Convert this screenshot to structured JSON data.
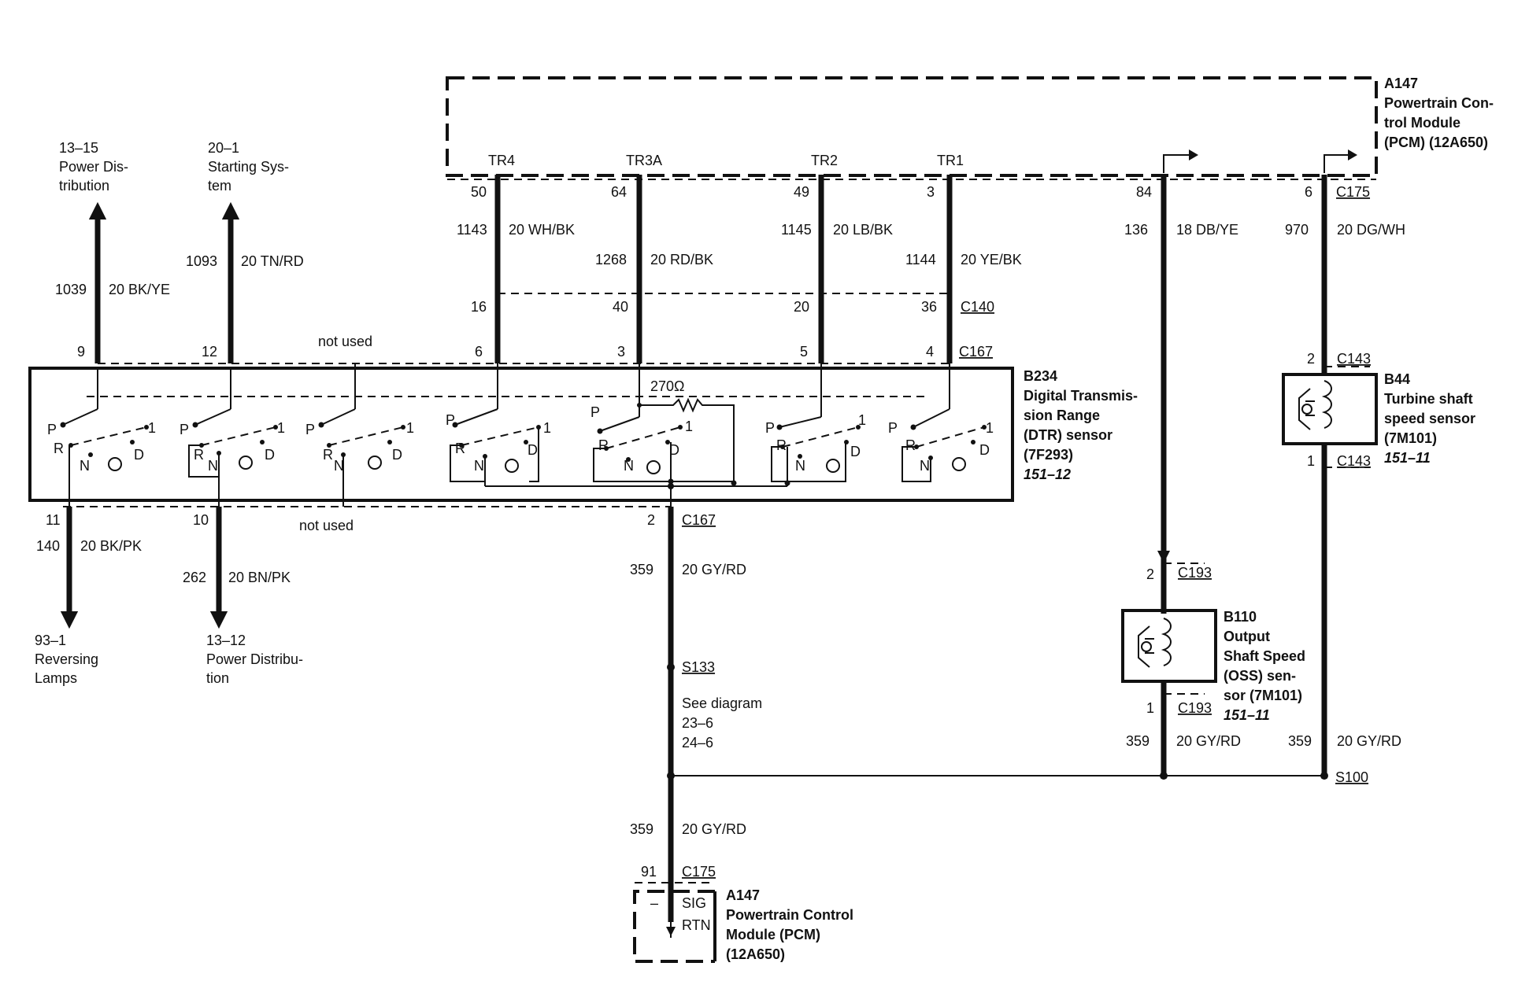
{
  "pcm_top": {
    "ref": "A147",
    "name_lines": [
      "Powertrain Con-",
      "trol Module",
      "(PCM) (12A650)"
    ],
    "pins": [
      {
        "label": "TR4",
        "pin": "50"
      },
      {
        "label": "TR3A",
        "pin": "64"
      },
      {
        "label": "TR2",
        "pin": "49"
      },
      {
        "label": "TR1",
        "pin": "3"
      },
      {
        "label": "",
        "pin": "84"
      },
      {
        "label": "",
        "pin": "6"
      }
    ],
    "connector": "C175"
  },
  "wires_top": [
    {
      "circuit": "1143",
      "spec": "20 WH/BK"
    },
    {
      "circuit": "1268",
      "spec": "20 RD/BK"
    },
    {
      "circuit": "1145",
      "spec": "20 LB/BK"
    },
    {
      "circuit": "1144",
      "spec": "20 YE/BK"
    },
    {
      "circuit": "136",
      "spec": "18 DB/YE"
    },
    {
      "circuit": "970",
      "spec": "20 DG/WH"
    }
  ],
  "c140": {
    "name": "C140",
    "pins": [
      "16",
      "40",
      "20",
      "36"
    ]
  },
  "c167_top": {
    "name": "C167",
    "pins": [
      "9",
      "12",
      "6",
      "3",
      "5",
      "4"
    ],
    "not_used": "not used"
  },
  "left_top": [
    {
      "ref": "13–15",
      "lines": [
        "Power Dis-",
        "tribution"
      ],
      "circuit": "1039",
      "spec": "20 BK/YE"
    },
    {
      "ref": "20–1",
      "lines": [
        "Starting Sys-",
        "tem"
      ],
      "circuit": "1093",
      "spec": "20 TN/RD"
    }
  ],
  "dtr": {
    "ref": "B234",
    "name_lines": [
      "Digital Transmis-",
      "sion Range",
      "(DTR) sensor",
      "(7F293)"
    ],
    "page": "151–12",
    "resistor": "270Ω",
    "switch_labels": {
      "p": "P",
      "r": "R",
      "n": "N",
      "d": "D",
      "one": "1"
    }
  },
  "c167_bottom": {
    "name": "C167",
    "pins": [
      "11",
      "10",
      "2"
    ],
    "not_used": "not used"
  },
  "left_bottom": [
    {
      "circuit": "140",
      "spec": "20 BK/PK",
      "ref": "93–1",
      "lines": [
        "Reversing",
        "Lamps"
      ]
    },
    {
      "circuit": "262",
      "spec": "20 BN/PK",
      "ref": "13–12",
      "lines": [
        "Power Distribu-",
        "tion"
      ]
    }
  ],
  "center_bottom": {
    "wire1": {
      "circuit": "359",
      "spec": "20 GY/RD"
    },
    "splice": "S133",
    "see_diagram": [
      "See diagram",
      "23–6",
      "24–6"
    ],
    "wire2": {
      "circuit": "359",
      "spec": "20 GY/RD"
    },
    "pin": "91",
    "connector": "C175"
  },
  "pcm_bottom": {
    "ref": "A147",
    "name_lines": [
      "Powertrain Control",
      "Module (PCM)",
      "(12A650)"
    ],
    "minus": "–",
    "sig": "SIG",
    "rtn": "RTN"
  },
  "oss": {
    "connector": "C193",
    "pin_top": "2",
    "pin_bottom": "1",
    "ref": "B110",
    "name_lines": [
      "Output",
      "Shaft Speed",
      "(OSS) sen-",
      "sor (7M101)"
    ],
    "page": "151–11",
    "wire": {
      "circuit": "359",
      "spec": "20 GY/RD"
    }
  },
  "tss": {
    "connector": "C143",
    "pin_top": "2",
    "pin_bottom": "1",
    "ref": "B44",
    "name_lines": [
      "Turbine shaft",
      "speed sensor",
      "(7M101)"
    ],
    "page": "151–11",
    "wire": {
      "circuit": "359",
      "spec": "20 GY/RD"
    }
  },
  "s100": "S100"
}
